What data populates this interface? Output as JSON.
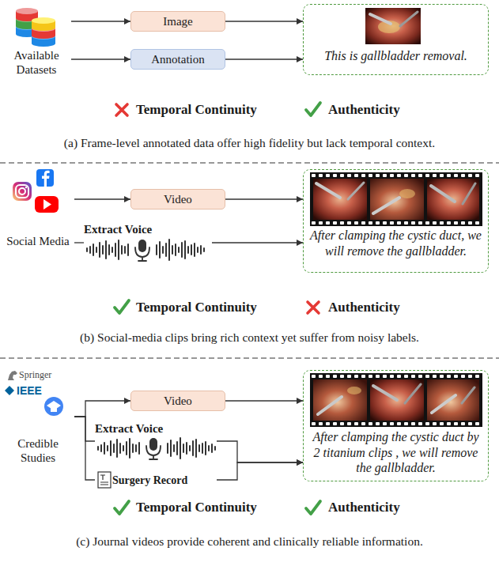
{
  "diagram": {
    "nodes": [
      {
        "text": [
          "Available Datasets"
        ]
      },
      {
        "text": [
          "Image"
        ]
      },
      {
        "text": [
          "Annotation"
        ]
      },
      {
        "text": [
          "This is gallbladder removal."
        ]
      },
      {
        "text": [
          "Social Media"
        ]
      },
      {
        "text": [
          "Video"
        ]
      },
      {
        "text": [
          "Extract Voice"
        ]
      },
      {
        "text": [
          "After clamping the cystic duct, we will remove the gallbladder."
        ]
      },
      {
        "text": [
          "Credible Studies"
        ]
      },
      {
        "text": [
          "Video"
        ]
      },
      {
        "text": [
          "Extract Voice"
        ]
      },
      {
        "text": [
          "Surgery Record"
        ]
      },
      {
        "text": [
          "After clamping the cystic duct by 2 titanium clips , we will remove the gallbladder."
        ]
      }
    ],
    "edges": [
      {
        "from": 0,
        "to": 1,
        "arrow": "to"
      },
      {
        "from": 0,
        "to": 2,
        "arrow": "to"
      },
      {
        "from": 1,
        "to": 3,
        "arrow": "to"
      },
      {
        "from": 2,
        "to": 3,
        "arrow": "to"
      },
      {
        "from": 4,
        "to": 5,
        "arrow": "to"
      },
      {
        "from": 4,
        "to": 6,
        "arrow": "none"
      },
      {
        "from": 5,
        "to": 7,
        "arrow": "to"
      },
      {
        "from": 6,
        "to": 7,
        "arrow": "to"
      },
      {
        "from": 8,
        "to": 9,
        "arrow": "to"
      },
      {
        "from": 8,
        "to": 10,
        "arrow": "none"
      },
      {
        "from": 8,
        "to": 11,
        "arrow": "none"
      },
      {
        "from": 9,
        "to": 12,
        "arrow": "to"
      },
      {
        "from": 10,
        "to": 12,
        "arrow": "to"
      },
      {
        "from": 11,
        "to": 12,
        "arrow": "to"
      }
    ],
    "labels": [
      "Temporal Continuity",
      "Authenticity",
      "(a) Frame-level annotated data offer high fidelity but lack temporal context.",
      "Temporal Continuity",
      "Authenticity",
      "(b) Social-media clips bring rich context yet suffer from noisy labels.",
      "Springer",
      "IEEE",
      "Temporal Continuity",
      "Authenticity",
      "(c) Journal videos provide coherent and clinically reliable information."
    ]
  }
}
